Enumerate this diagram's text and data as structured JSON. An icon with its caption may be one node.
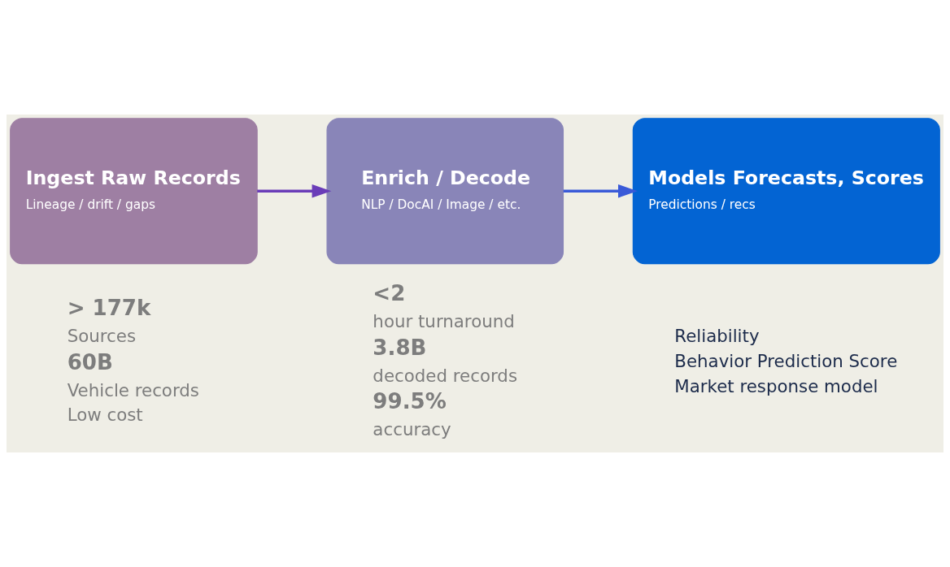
{
  "diagram": {
    "nodes": [
      {
        "text": [
          "Ingest Raw Records",
          "Lineage / drift / gaps"
        ],
        "beside": [
          "> 177k",
          "Sources",
          "60B",
          "Vehicle records",
          "Low cost"
        ]
      },
      {
        "text": [
          "Enrich / Decode",
          "NLP / DocAI / Image / etc."
        ],
        "beside": [
          "<2",
          "hour turnaround",
          "3.8B",
          "decoded records",
          "99.5%",
          "accuracy"
        ]
      },
      {
        "text": [
          "Models Forecasts, Scores",
          "Predictions / recs"
        ],
        "beside": [
          "Reliability",
          "Behavior Prediction Score",
          "Market response model"
        ]
      }
    ],
    "edges": [
      {
        "from": 0,
        "to": 1,
        "arrow": "to",
        "color": "#6a3cb8"
      },
      {
        "from": 1,
        "to": 2,
        "arrow": "to",
        "color": "#3a5ad8"
      }
    ]
  }
}
